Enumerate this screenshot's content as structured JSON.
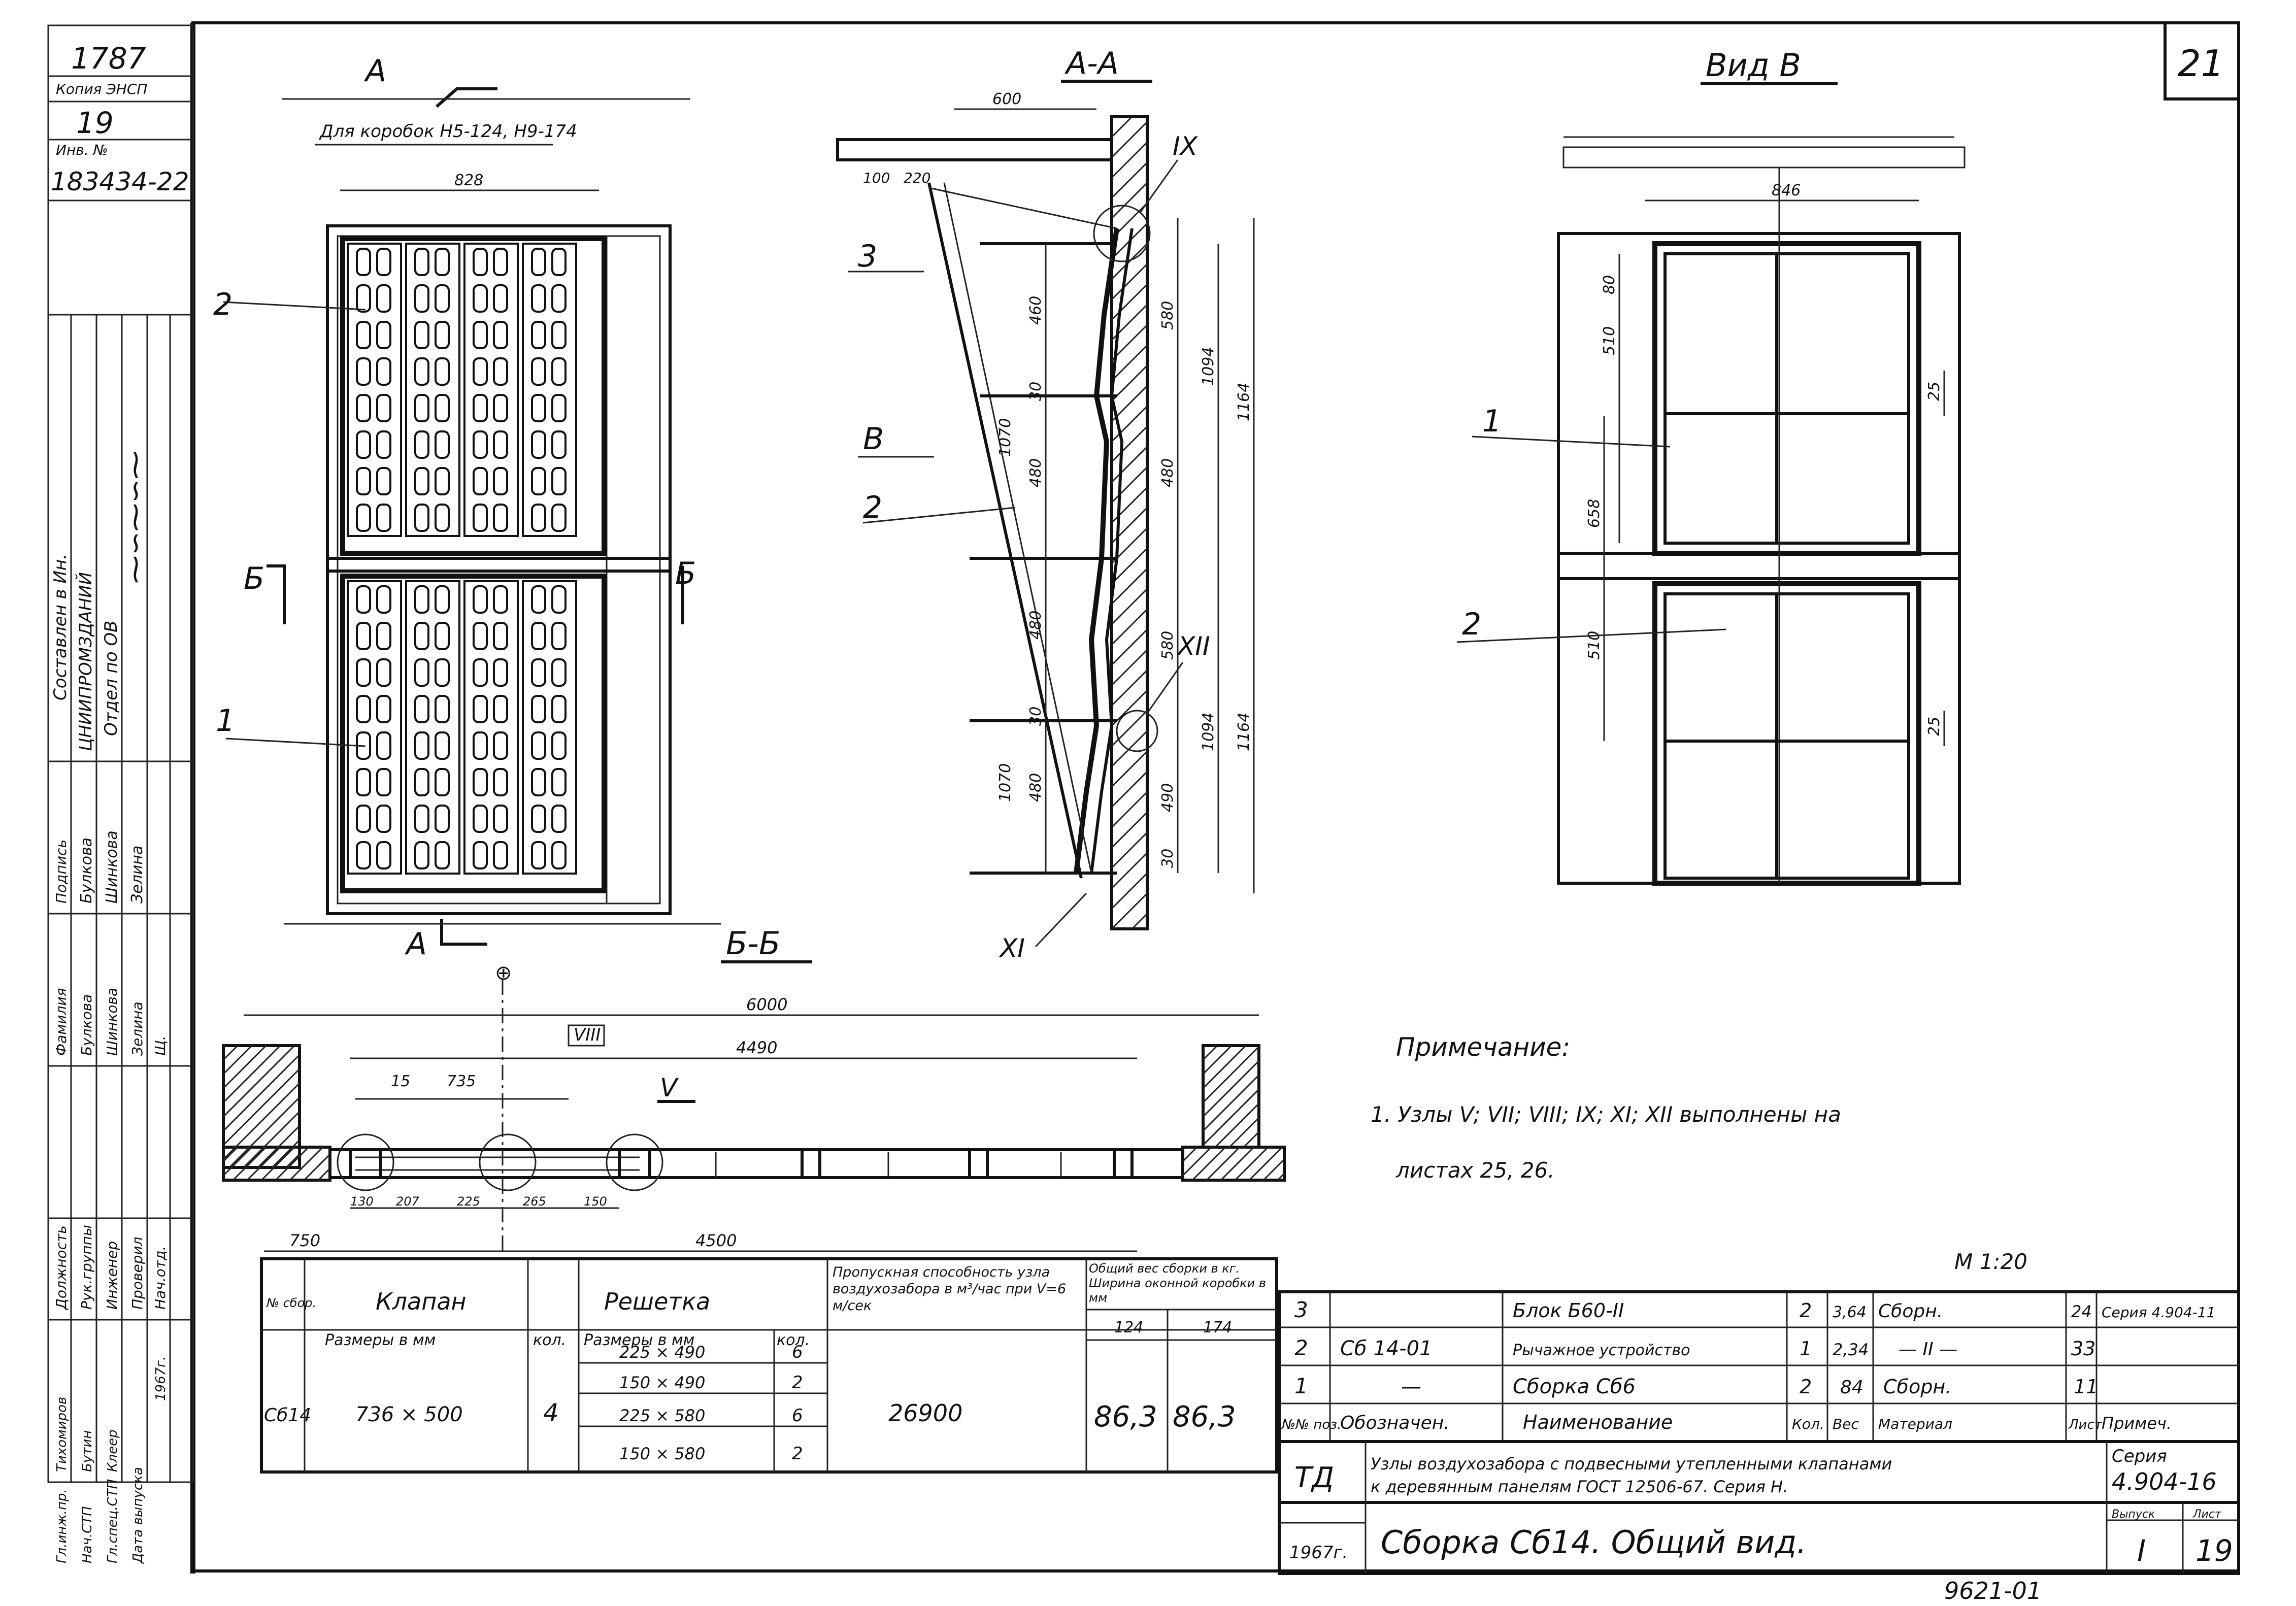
{
  "sheet_number_corner": "21",
  "left_strip": {
    "archive_no": "1787",
    "copy_label": "Копия ЭНСП",
    "sheet_no": "19",
    "inv_label": "Инв. №",
    "inv_no": "183434-22",
    "creator": "Составлен в Ин.",
    "institute": "ЦНИИПРОМЗДАНИЙ",
    "dept": "Отдел по ОВ",
    "table_headers": [
      "Должность",
      "Фамилия",
      "Подпись"
    ],
    "rows": [
      [
        "Рук.группы",
        "Булкова",
        "Булкова"
      ],
      [
        "Инженер",
        "Шинкова",
        "Шинкова"
      ],
      [
        "Проверил",
        "Зелина",
        "Зелина"
      ],
      [
        "Нач.отд.",
        "Щ.",
        ""
      ],
      [
        "Гл.инж.пр.",
        "Тихомиров",
        ""
      ],
      [
        "Нач.СТП",
        "Бутин",
        ""
      ],
      [
        "Гл.спец.СТП",
        "Клеер",
        ""
      ],
      [
        "Дата выпуска",
        "1967г.",
        ""
      ]
    ]
  },
  "views": {
    "front": {
      "section_mark": "А",
      "note_boxes": "Для коробок Н5-124, Н9-174",
      "dim_width": "828",
      "callout_1": "1",
      "callout_2": "2",
      "section_b": "Б",
      "bottom_a": "А"
    },
    "section_aa": {
      "title": "А-А",
      "dim_600": "600",
      "dim_100": "100",
      "dim_220": "220",
      "dims_left": [
        "460",
        "1070",
        "30",
        "480",
        "480",
        "1070",
        "480",
        "30"
      ],
      "dims_right": [
        "580",
        "1094",
        "1164",
        "480",
        "580",
        "1094",
        "1164",
        "490",
        "30"
      ],
      "callouts": [
        "3",
        "В",
        "2"
      ],
      "nodes": [
        "IX",
        "XII",
        "XI"
      ]
    },
    "section_bb": {
      "title": "Б-Б",
      "dim_6000": "6000",
      "dim_4490": "4490",
      "dim_735": "735",
      "dim_15": "15",
      "node_viii": "VIII",
      "node_v": "V",
      "small_dims": [
        "130",
        "207",
        "225",
        "265",
        "150"
      ],
      "dim_750": "750",
      "dim_4500": "4500"
    },
    "view_b": {
      "title": "Вид В",
      "dim_846": "846",
      "dim_80": "80",
      "dim_510a": "510",
      "dim_658": "658",
      "dim_510b": "510",
      "dim_25a": "25",
      "dim_25b": "25",
      "callout_1": "1",
      "callout_2": "2"
    }
  },
  "note": {
    "title": "Примечание:",
    "line1": "1. Узлы V; VII; VIII; IX; XI; XII выполнены на",
    "line2": "листах 25, 26."
  },
  "scale": "М 1:20",
  "left_table": {
    "h_no": "№ сбор.",
    "h_valve": "Клапан",
    "h_valve_size": "Размеры в мм",
    "h_valve_qty": "кол.",
    "h_grille": "Решетка",
    "h_grille_size": "Размеры в мм",
    "h_grille_qty": "кол.",
    "h_capacity": "Пропускная способность узла воздухозабора в м³/час при V=6 м/сек",
    "h_weight": "Общий вес сборки в кг. Ширина оконной коробки в мм",
    "h_w124": "124",
    "h_w174": "174",
    "row": {
      "id": "Сб14",
      "valve_size": "736 × 500",
      "valve_qty": "4",
      "grilles": [
        {
          "size": "225 × 490",
          "qty": "6"
        },
        {
          "size": "150 × 490",
          "qty": "2"
        },
        {
          "size": "225 × 580",
          "qty": "6"
        },
        {
          "size": "150 × 580",
          "qty": "2"
        }
      ],
      "capacity": "26900",
      "w124": "86,3",
      "w174": "86,3"
    }
  },
  "spec_table": {
    "rows": [
      {
        "pos": "3",
        "code": "",
        "name": "Блок Б60-II",
        "qty": "2",
        "weight": "3,64",
        "material": "Сборн.",
        "sheet": "24",
        "note": "Серия 4.904-11"
      },
      {
        "pos": "2",
        "code": "Сб 14-01",
        "name": "Рычажное устройство",
        "qty": "1",
        "weight": "2,34",
        "material": "— II —",
        "sheet": "33",
        "note": ""
      },
      {
        "pos": "1",
        "code": "—",
        "name": "Сборка Сб6",
        "qty": "2",
        "weight": "84",
        "material": "Сборн.",
        "sheet": "11",
        "note": ""
      }
    ],
    "headers": {
      "pos": "№№ поз.",
      "code": "Обозначен.",
      "name": "Наименование",
      "qty": "Кол.",
      "weight": "Вес",
      "material": "Материал",
      "sheet": "Лист",
      "note": "Примеч."
    }
  },
  "title_block": {
    "org": "ТД",
    "description_1": "Узлы воздухозабора с подвесными утепленными клапанами",
    "description_2": "к деревянным панелям ГОСТ 12506-67. Серия Н.",
    "series_label": "Серия",
    "series": "4.904-16",
    "year": "1967г.",
    "drawing_title": "Сборка Сб14. Общий вид.",
    "issue_label": "Выпуск",
    "issue": "I",
    "sheet_label": "Лист",
    "sheet": "19"
  },
  "bottom_code": "9621-01"
}
